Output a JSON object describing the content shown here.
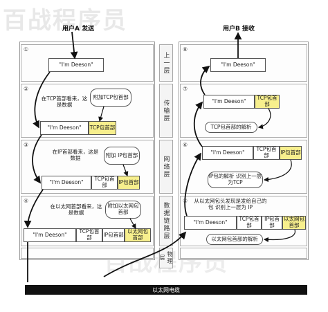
{
  "watermark": "百战程序员",
  "titles": {
    "left": "用户A 发送",
    "right": "用户B 接收"
  },
  "layers": [
    "上一层",
    "传输层",
    "网络层",
    "数据链路层",
    "物理层"
  ],
  "cable_label": "以太网电缆",
  "rows": [
    {
      "left_num": "①",
      "right_num": "⑧",
      "left_data": "\"I'm Deeson\"",
      "right_data": "\"I'm Deeson\""
    },
    {
      "left_num": "②",
      "right_num": "⑦",
      "left_note": "在TCP首部看来，这是数据",
      "left_bubble": "附加TCP包首部",
      "left_data": "\"I'm Deeson\"",
      "left_hdr": "TCP包首部",
      "right_data": "\"I'm Deeson\"",
      "right_hdr": "TCP包首部",
      "right_bubble": "TCP包首部的解析"
    },
    {
      "left_num": "③",
      "right_num": "⑥",
      "left_note": "在IP首部看来，这是数据",
      "left_bubble": "附加 IP包首部",
      "left_data": "\"I'm Deeson\"",
      "left_tcp": "TCP包首部",
      "left_hdr": "IP包首部",
      "right_data": "\"I'm Deeson\"",
      "right_tcp": "TCP包首部",
      "right_hdr": "IP包首部",
      "right_bubble": "IP包的解析 识别上一层为TCP"
    },
    {
      "left_num": "④",
      "right_num": "⑤",
      "left_note": "在以太网首部看来，这是数据",
      "left_bubble": "附加以太网包首部",
      "left_data": "\"I'm Deeson\"",
      "left_tcp": "TCP包首部",
      "left_ip": "IP包首部",
      "left_hdr": "以太网包首部",
      "right_note": "从以太网包头发现是发给自己的包 识别上一层为 IP",
      "right_data": "\"I'm Deeson\"",
      "right_tcp": "TCP包首部",
      "right_ip": "IP包首部",
      "right_hdr": "以太网包首部",
      "right_bubble": "以太网包首部的解析"
    }
  ]
}
